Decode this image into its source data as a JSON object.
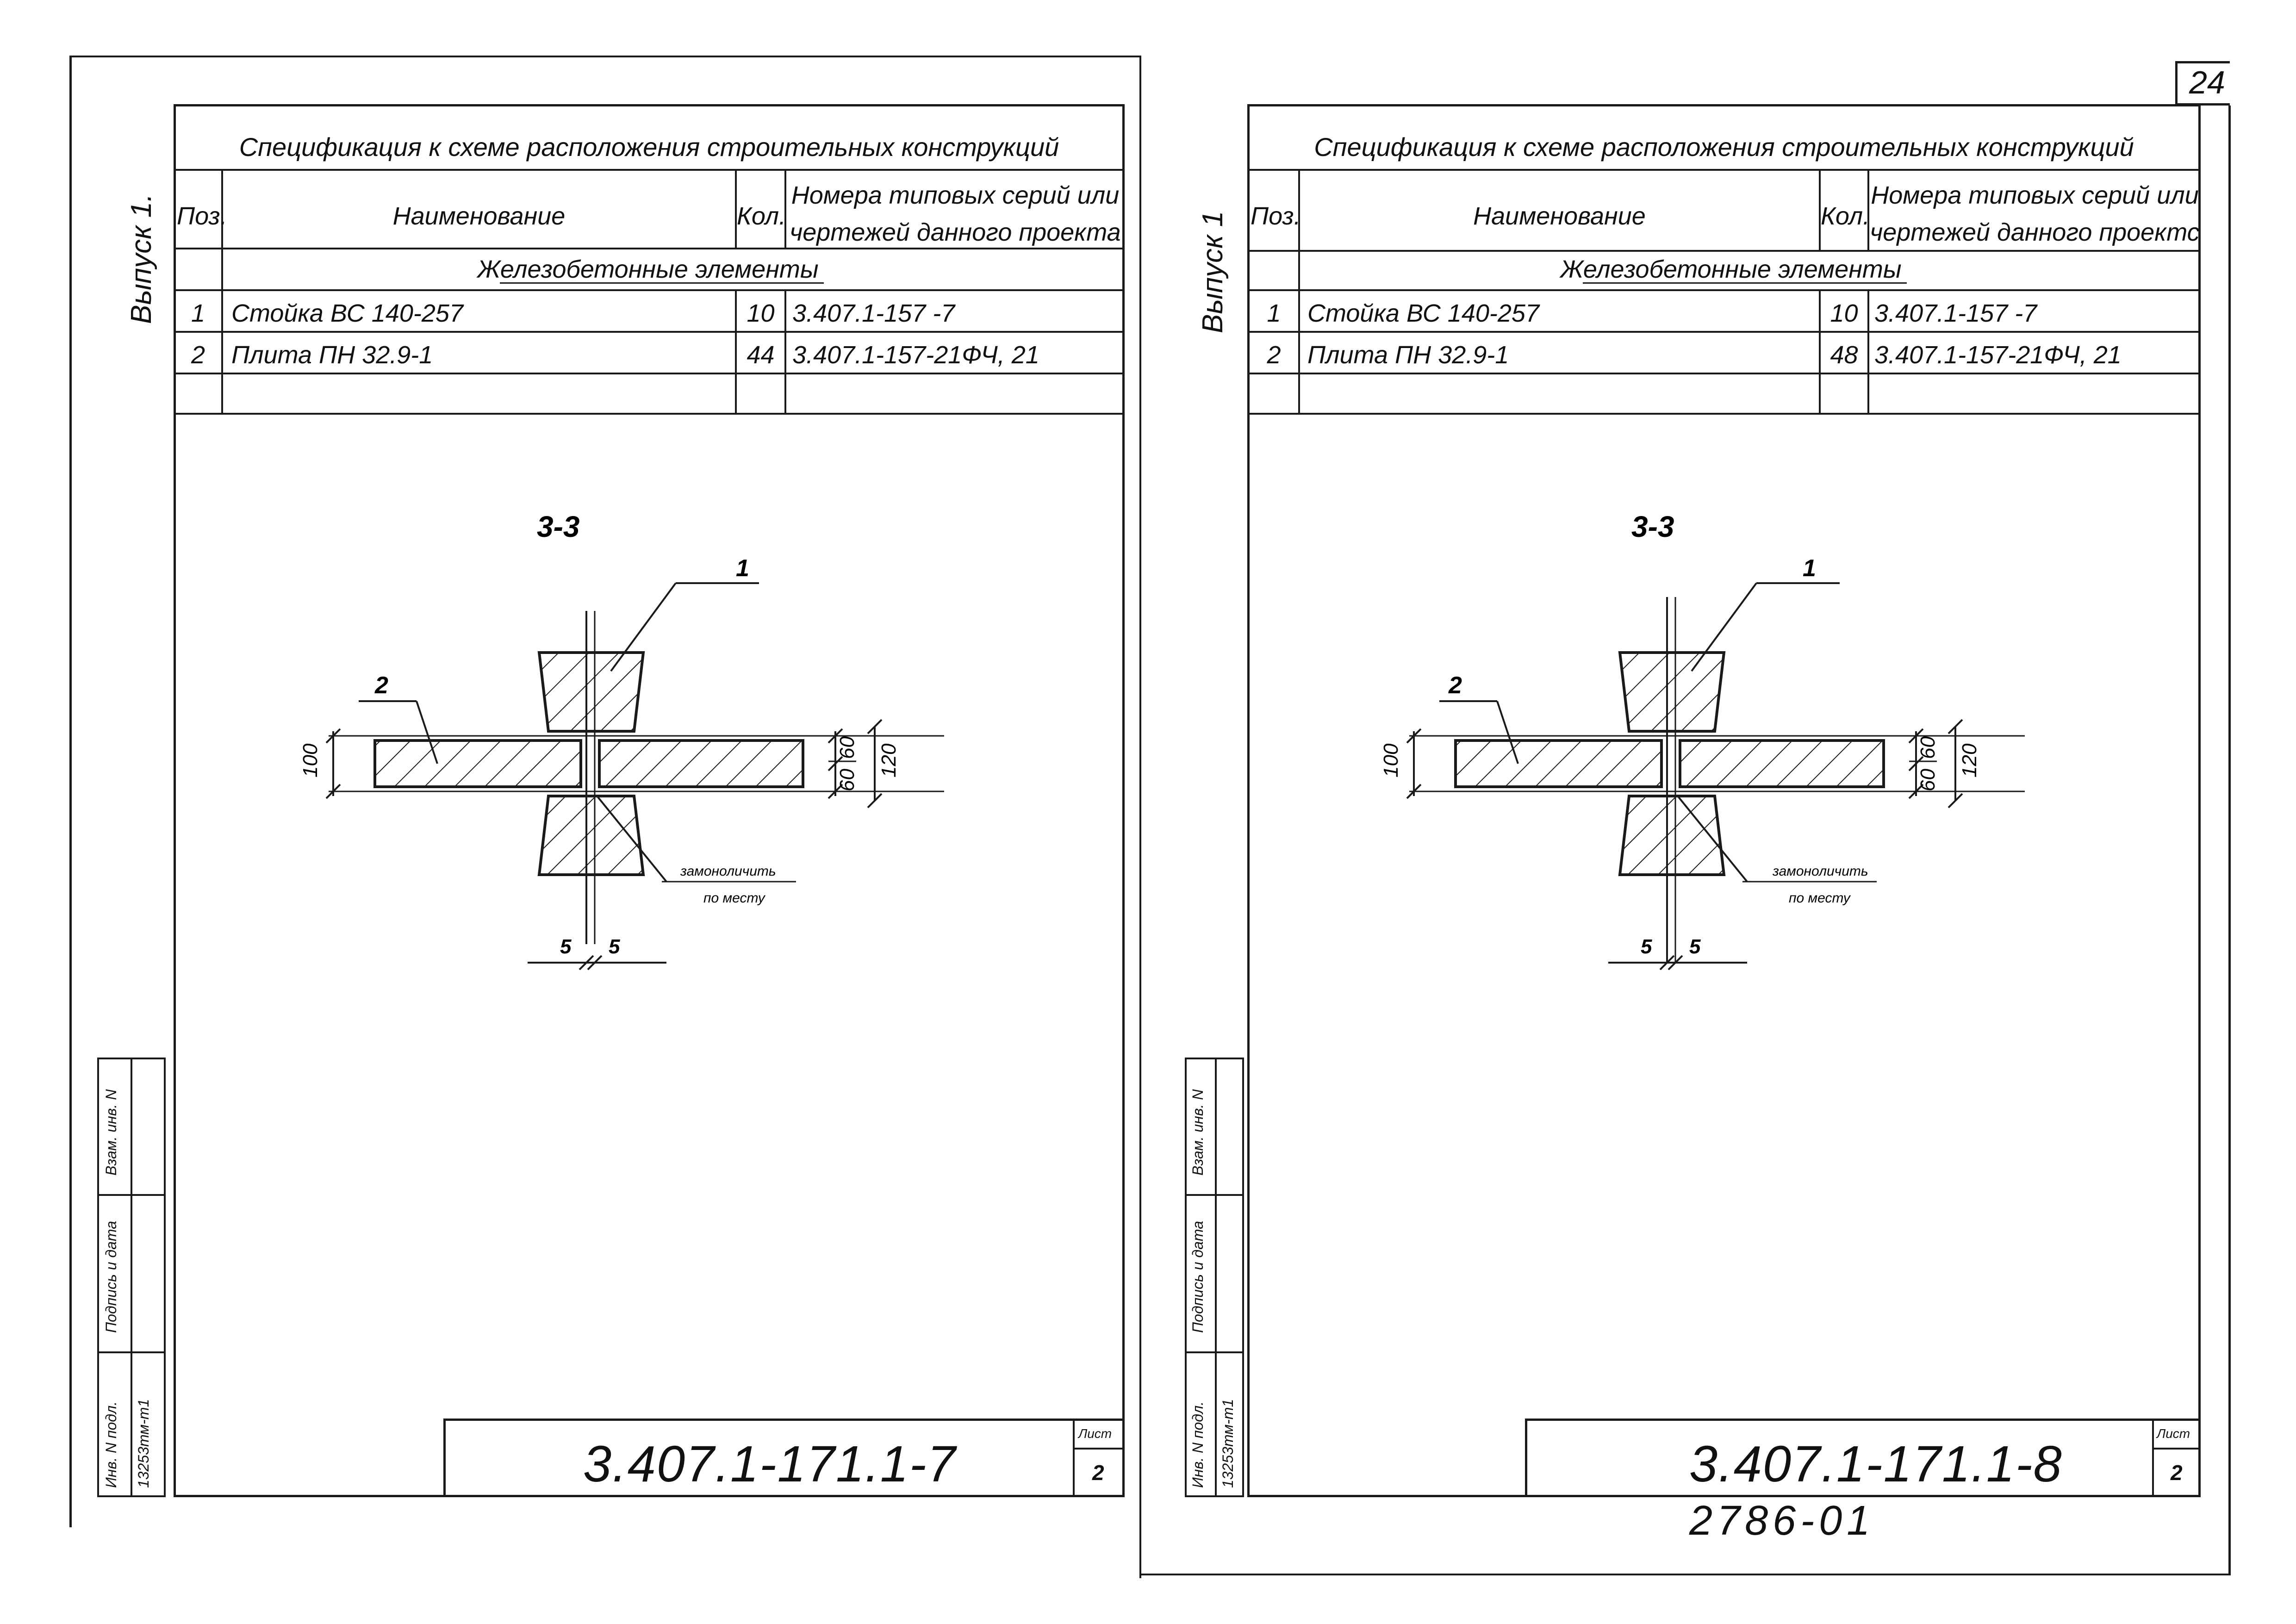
{
  "page_number": "24",
  "stamp_handwritten": "2786-01",
  "sheets": [
    {
      "edition": "Выпуск 1.",
      "table": {
        "title": "Спецификация к схеме расположения строительных конструкций",
        "headers": {
          "pos": "Поз.",
          "name": "Наименование",
          "qty": "Кол.",
          "series_1": "Номера  типовых серий или",
          "series_2": "чертежей данного проекта"
        },
        "group": "Железобетонные элементы",
        "rows": [
          {
            "pos": "1",
            "name": "Стойка ВС 140-257",
            "qty": "10",
            "series": "3.407.1-157 -7"
          },
          {
            "pos": "2",
            "name": "Плита ПН 32.9-1",
            "qty": "44",
            "series": "3.407.1-157-21ФЧ, 21"
          }
        ]
      },
      "drawing": {
        "section": "3-3",
        "callout_1": "1",
        "callout_2": "2",
        "dim_100": "100",
        "dim_60_top": "60",
        "dim_60_bottom": "60",
        "dim_120": "120",
        "dim_5_left": "5",
        "dim_5_right": "5",
        "note_1": "замоноличить",
        "note_2": "по месту"
      },
      "side_stamp": {
        "inv": "Инв. N подл.",
        "inv_value": "13253тм-т1",
        "sign": "Подпись и дата",
        "vzam": "Взам. инв. N"
      },
      "code": "3.407.1-171.1-7",
      "list_label": "Лист",
      "list_value": "2"
    },
    {
      "edition": "Выпуск 1",
      "table": {
        "title": "Спецификация к схеме расположения строительных конструкций",
        "headers": {
          "pos": "Поз.",
          "name": "Наименование",
          "qty": "Кол.",
          "series_1": "Номера  типовых серий или",
          "series_2": "чертежей данного проектс"
        },
        "group": "Железобетонные элементы",
        "rows": [
          {
            "pos": "1",
            "name": "Стойка ВС 140-257",
            "qty": "10",
            "series": "3.407.1-157 -7"
          },
          {
            "pos": "2",
            "name": "Плита ПН 32.9-1",
            "qty": "48",
            "series": "3.407.1-157-21ФЧ, 21"
          }
        ]
      },
      "drawing": {
        "section": "3-3",
        "callout_1": "1",
        "callout_2": "2",
        "dim_100": "100",
        "dim_60_top": "60",
        "dim_60_bottom": "60",
        "dim_120": "120",
        "dim_5_left": "5",
        "dim_5_right": "5",
        "note_1": "замоноличить",
        "note_2": "по месту"
      },
      "side_stamp": {
        "inv": "Инв. N подл.",
        "inv_value": "13253тм-т1",
        "sign": "Подпись и дата",
        "vzam": "Взам. инв. N"
      },
      "code": "3.407.1-171.1-8",
      "list_label": "Лист",
      "list_value": "2"
    }
  ]
}
